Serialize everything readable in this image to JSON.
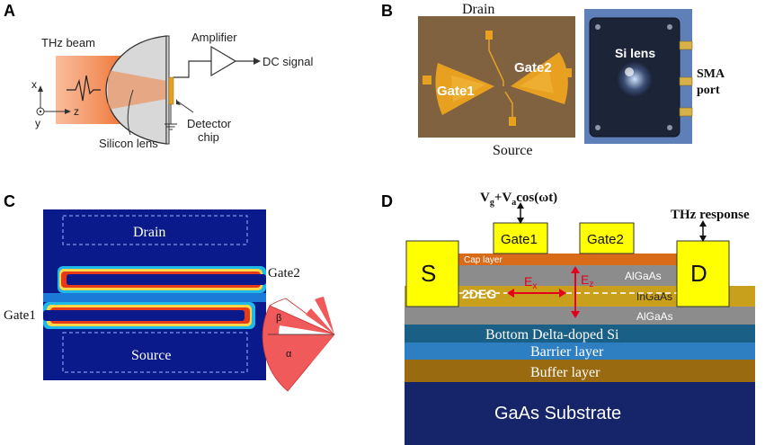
{
  "panels": {
    "a": {
      "letter": "A",
      "thz_beam": "THz beam",
      "amplifier": "Amplifier",
      "dc_signal": "DC signal",
      "axis_x": "x",
      "axis_y": "y",
      "axis_z": "z",
      "silicon_lens": "Silicon lens",
      "detector_line1": "Detector",
      "detector_line2": "chip"
    },
    "b": {
      "letter": "B",
      "drain": "Drain",
      "source": "Source",
      "gate1": "Gate1",
      "gate2": "Gate2",
      "si_lens": "Si lens",
      "sma_line1": "SMA",
      "sma_line2": "port"
    },
    "c": {
      "letter": "C",
      "drain": "Drain",
      "source": "Source",
      "gate1": "Gate1",
      "gate2": "Gate2",
      "beta": "β",
      "alpha": "α"
    },
    "d": {
      "letter": "D",
      "vg_main": "V",
      "vg_sub": "g",
      "va_plus": "+V",
      "va_sub": "a",
      "cos_term": "cos(ωt)",
      "thz_response": "THz response",
      "gate1": "Gate1",
      "gate2": "Gate2",
      "s": "S",
      "d": "D",
      "cap_layer": "Cap layer",
      "algaas_top": "AlGaAs",
      "two_deg": "2DEG",
      "ingaas": "InGaAs",
      "ex_main": "E",
      "ex_sub": "x",
      "ez_main": "E",
      "ez_sub": "z",
      "algaas_bottom": "AlGaAs",
      "bottom_delta": "Bottom Delta-doped Si",
      "barrier": "Barrier layer",
      "buffer": "Buffer layer",
      "substrate": "GaAs Substrate"
    }
  },
  "colors": {
    "beam_orange": "#f08040",
    "chip_gold": "#e8a020",
    "substrate_navy": "#16246a",
    "buffer_brown": "#9a6a10",
    "barrier_blue": "#2e7fc2",
    "delta_teal": "#1a5f86",
    "algaas_gray": "#8c8c8c",
    "ingaas_gold": "#c9a01c",
    "cap_orange": "#d96a18",
    "contact_yellow": "#ffff00",
    "field_red": "#e3001b"
  }
}
